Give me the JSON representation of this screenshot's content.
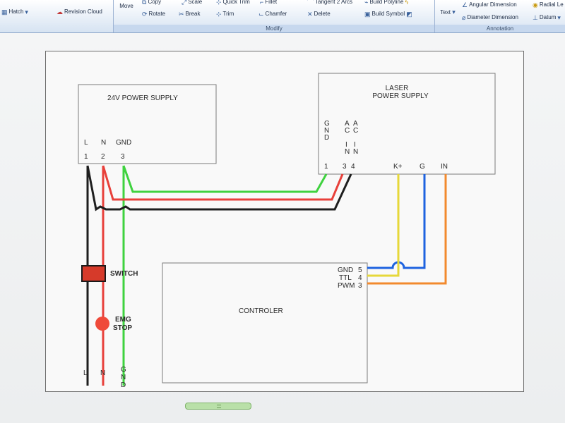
{
  "ribbon": {
    "hatch": "Hatch",
    "revision_cloud": "Revision Cloud",
    "move": "Move",
    "copy": "Copy",
    "rotate": "Rotate",
    "scale": "Scale",
    "break": "Break",
    "quick_trim": "Quick Trim",
    "trim": "Trim",
    "fillet": "Fillet",
    "chamfer": "Chamfer",
    "tangent_2_arcs": "Tangent 2 Arcs",
    "delete": "Delete",
    "build_polyline": "Build Polyline",
    "build_symbol": "Build Symbol",
    "modify_group": "Modify",
    "text": "Text",
    "angular_dimension": "Angular Dimension",
    "diameter_dimension": "Diameter Dimension",
    "radial": "Radial Le",
    "datum": "Datum",
    "annotation_group": "Annotation"
  },
  "drawing": {
    "psu24": {
      "title": "24V POWER SUPPLY",
      "pin_labels": [
        "L",
        "N",
        "GND"
      ],
      "pin_numbers": [
        "1",
        "2",
        "3"
      ]
    },
    "laser": {
      "title_line1": "LASER",
      "title_line2": "POWER SUPPLY",
      "vertical_gnd": [
        "G",
        "N",
        "D"
      ],
      "vertical_ac1": [
        "A",
        "C",
        "",
        "I",
        "N"
      ],
      "vertical_ac2": [
        "A",
        "C",
        "",
        "I",
        "N"
      ],
      "pin_labels": [
        "1",
        "3",
        "4",
        "K+",
        "G",
        "IN"
      ]
    },
    "controller": {
      "title": "CONTROLER",
      "pins": [
        {
          "name": "GND",
          "number": "5"
        },
        {
          "name": "TTL",
          "number": "4"
        },
        {
          "name": "PWM",
          "number": "3"
        }
      ]
    },
    "switch_label": "SWITCH",
    "emg_line1": "EMG",
    "emg_line2": "STOP",
    "bottom_labels": [
      "L",
      "N"
    ],
    "bottom_gnd": [
      "G",
      "N",
      "D"
    ]
  },
  "colors": {
    "live": "#1e1e1e",
    "neutral": "#e8403a",
    "ground": "#3fd23f",
    "blue": "#1e63e0",
    "yellow": "#e6d83a",
    "orange": "#f28a2e",
    "switch": "#d63a2a",
    "emg": "#ef4a3a"
  }
}
